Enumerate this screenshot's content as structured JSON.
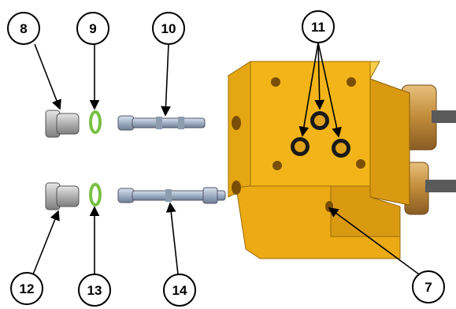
{
  "callouts": {
    "c8": "8",
    "c9": "9",
    "c10": "10",
    "c11": "11",
    "c12": "12",
    "c13": "13",
    "c14": "14",
    "c7": "7"
  },
  "colors": {
    "housing": "#f2b418",
    "housing_shadow": "#c98a0c",
    "housing_light": "#f9cf4a",
    "brass": "#c8923a",
    "plug": "#b5b5b5",
    "oring": "#7cc24a",
    "bolt": "#a7b6c8"
  },
  "icons": [
    "plug-icon",
    "o-ring-icon",
    "bolt-icon",
    "valve-housing-icon",
    "leader-arrow-icon"
  ]
}
